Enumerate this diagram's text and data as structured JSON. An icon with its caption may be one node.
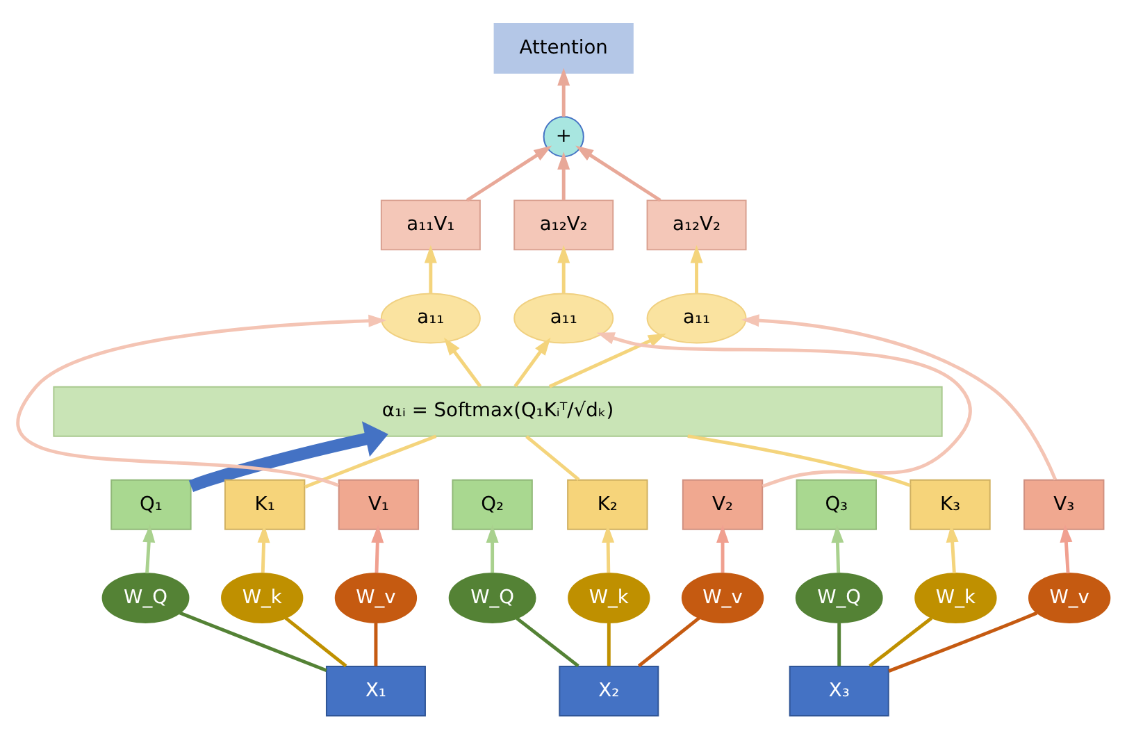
{
  "diagram": {
    "nodes": [
      {
        "text": [
          "Attention"
        ]
      },
      {
        "text": [
          "+"
        ]
      },
      {
        "text": [
          "a₁₁V₁"
        ]
      },
      {
        "text": [
          "a₁₂V₂"
        ]
      },
      {
        "text": [
          "a₁₂V₂"
        ]
      },
      {
        "text": [
          "a₁₁"
        ]
      },
      {
        "text": [
          "a₁₁"
        ]
      },
      {
        "text": [
          "a₁₁"
        ]
      },
      {
        "text": [
          "α₁ᵢ = Softmax(Q₁Kᵢᵀ/√dₖ)"
        ]
      },
      {
        "text": [
          "Q₁"
        ]
      },
      {
        "text": [
          "K₁"
        ]
      },
      {
        "text": [
          "V₁"
        ]
      },
      {
        "text": [
          "Q₂"
        ]
      },
      {
        "text": [
          "K₂"
        ]
      },
      {
        "text": [
          "V₂"
        ]
      },
      {
        "text": [
          "Q₃"
        ]
      },
      {
        "text": [
          "K₃"
        ]
      },
      {
        "text": [
          "V₃"
        ]
      },
      {
        "text": [
          "W_Q"
        ]
      },
      {
        "text": [
          "W_k"
        ]
      },
      {
        "text": [
          "W_v"
        ]
      },
      {
        "text": [
          "W_Q"
        ]
      },
      {
        "text": [
          "W_k"
        ]
      },
      {
        "text": [
          "W_v"
        ]
      },
      {
        "text": [
          "W_Q"
        ]
      },
      {
        "text": [
          "W_k"
        ]
      },
      {
        "text": [
          "W_v"
        ]
      },
      {
        "text": [
          "X₁"
        ]
      },
      {
        "text": [
          "X₂"
        ]
      },
      {
        "text": [
          "X₃"
        ]
      }
    ],
    "edges": [
      {
        "from": 1,
        "to": 0,
        "arrow": "to",
        "color": "#e8a898"
      },
      {
        "from": 2,
        "to": 1,
        "arrow": "to",
        "color": "#e8a898"
      },
      {
        "from": 3,
        "to": 1,
        "arrow": "to",
        "color": "#e8a898"
      },
      {
        "from": 4,
        "to": 1,
        "arrow": "to",
        "color": "#e8a898"
      },
      {
        "from": 5,
        "to": 2,
        "arrow": "to",
        "color": "#f4d47c"
      },
      {
        "from": 6,
        "to": 3,
        "arrow": "to",
        "color": "#f4d47c"
      },
      {
        "from": 7,
        "to": 4,
        "arrow": "to",
        "color": "#f4d47c"
      },
      {
        "from": 8,
        "to": 5,
        "arrow": "to",
        "color": "#f4d47c"
      },
      {
        "from": 8,
        "to": 6,
        "arrow": "to",
        "color": "#f4d47c"
      },
      {
        "from": 8,
        "to": 7,
        "arrow": "to",
        "color": "#f4d47c"
      },
      {
        "from": 9,
        "to": 8,
        "arrow": "to",
        "style": "thick",
        "color": "#4472c4"
      },
      {
        "from": 10,
        "to": 8,
        "arrow": "none",
        "color": "#f4d47c"
      },
      {
        "from": 13,
        "to": 8,
        "arrow": "none",
        "color": "#f4d47c"
      },
      {
        "from": 16,
        "to": 8,
        "arrow": "none",
        "color": "#f4d47c"
      },
      {
        "from": 11,
        "to": 5,
        "arrow": "to",
        "color": "#f4c4b4"
      },
      {
        "from": 14,
        "to": 6,
        "arrow": "to",
        "color": "#f4c4b4"
      },
      {
        "from": 17,
        "to": 7,
        "arrow": "to",
        "color": "#f4c4b4"
      },
      {
        "from": 18,
        "to": 9,
        "arrow": "to",
        "color": "#a9d18e"
      },
      {
        "from": 19,
        "to": 10,
        "arrow": "to",
        "color": "#f4d47c"
      },
      {
        "from": 20,
        "to": 11,
        "arrow": "to",
        "color": "#f0a090"
      },
      {
        "from": 21,
        "to": 12,
        "arrow": "to",
        "color": "#a9d18e"
      },
      {
        "from": 22,
        "to": 13,
        "arrow": "to",
        "color": "#f4d47c"
      },
      {
        "from": 23,
        "to": 14,
        "arrow": "to",
        "color": "#f0a090"
      },
      {
        "from": 24,
        "to": 15,
        "arrow": "to",
        "color": "#a9d18e"
      },
      {
        "from": 25,
        "to": 16,
        "arrow": "to",
        "color": "#f4d47c"
      },
      {
        "from": 26,
        "to": 17,
        "arrow": "to",
        "color": "#f0a090"
      },
      {
        "from": 27,
        "to": 18,
        "arrow": "none",
        "color": "#548235"
      },
      {
        "from": 27,
        "to": 19,
        "arrow": "none",
        "color": "#bf9000"
      },
      {
        "from": 27,
        "to": 20,
        "arrow": "none",
        "color": "#c55a11"
      },
      {
        "from": 28,
        "to": 21,
        "arrow": "none",
        "color": "#548235"
      },
      {
        "from": 28,
        "to": 22,
        "arrow": "none",
        "color": "#bf9000"
      },
      {
        "from": 28,
        "to": 23,
        "arrow": "none",
        "color": "#c55a11"
      },
      {
        "from": 29,
        "to": 24,
        "arrow": "none",
        "color": "#548235"
      },
      {
        "from": 29,
        "to": 25,
        "arrow": "none",
        "color": "#bf9000"
      },
      {
        "from": 29,
        "to": 26,
        "arrow": "none",
        "color": "#c55a11"
      }
    ]
  }
}
